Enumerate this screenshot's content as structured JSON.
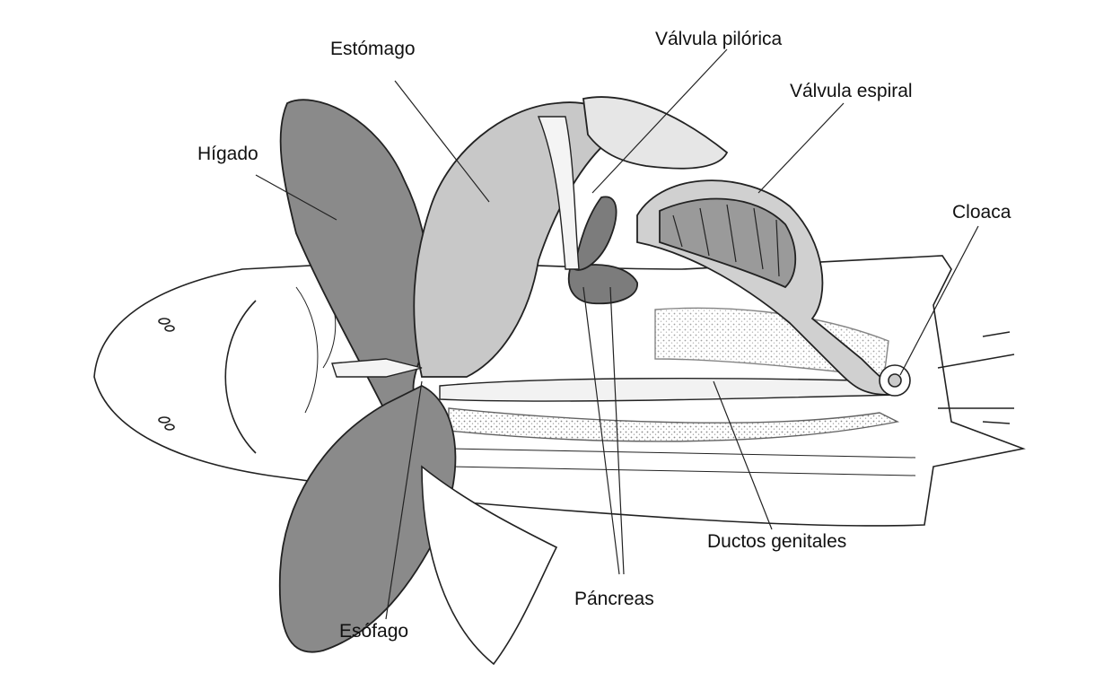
{
  "labels": {
    "estomago": "Estómago",
    "valvula_pilorica": "Válvula pilórica",
    "valvula_espiral": "Válvula espiral",
    "higado": "Hígado",
    "cloaca": "Cloaca",
    "ductos_genitales": "Ductos genitales",
    "pancreas": "Páncreas",
    "esofago": "Esófago"
  },
  "colors": {
    "liver": "#8a8a8a",
    "stomach": "#c8c8c8",
    "pancreas": "#7c7c7c",
    "body": "#ffffff",
    "outline": "#222222"
  }
}
